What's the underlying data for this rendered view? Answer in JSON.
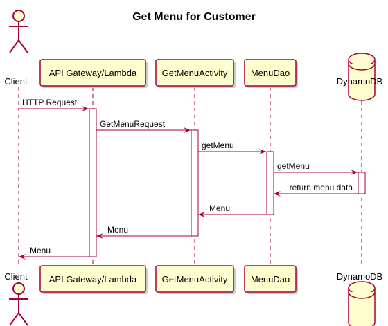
{
  "diagram": {
    "title": "Get Menu for Customer",
    "colors": {
      "stroke": "#A80036",
      "participant_fill": "#FEFECE",
      "activation_fill": "#FFFFFF"
    },
    "participants": [
      {
        "id": "client",
        "label": "Client",
        "kind": "actor"
      },
      {
        "id": "api",
        "label": "API Gateway/Lambda",
        "kind": "participant"
      },
      {
        "id": "activity",
        "label": "GetMenuActivity",
        "kind": "participant"
      },
      {
        "id": "dao",
        "label": "MenuDao",
        "kind": "participant"
      },
      {
        "id": "db",
        "label": "DynamoDB",
        "kind": "database"
      }
    ],
    "messages": [
      {
        "from": "client",
        "to": "api",
        "label": "HTTP Request"
      },
      {
        "from": "api",
        "to": "activity",
        "label": "GetMenuRequest"
      },
      {
        "from": "activity",
        "to": "dao",
        "label": "getMenu"
      },
      {
        "from": "dao",
        "to": "db",
        "label": "getMenu"
      },
      {
        "from": "db",
        "to": "dao",
        "label": "return menu data"
      },
      {
        "from": "dao",
        "to": "activity",
        "label": "Menu"
      },
      {
        "from": "activity",
        "to": "api",
        "label": "Menu"
      },
      {
        "from": "api",
        "to": "client",
        "label": "Menu"
      }
    ]
  }
}
